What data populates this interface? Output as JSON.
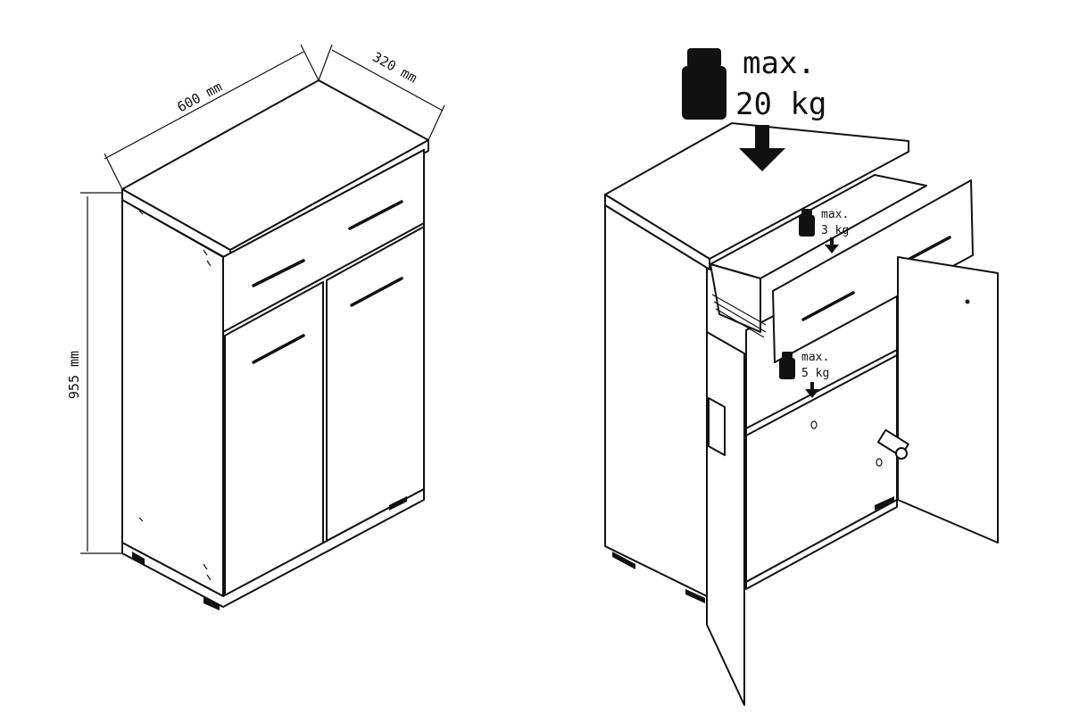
{
  "dimensions": {
    "width": "600 mm",
    "depth": "320 mm",
    "height": "955 mm"
  },
  "loads": {
    "top": {
      "line1": "max.",
      "line2": "20 kg"
    },
    "drawer": {
      "line1": "max.",
      "line2": "3 kg"
    },
    "shelf": {
      "line1": "max.",
      "line2": "5 kg"
    }
  },
  "icons": [
    "weight-icon",
    "down-arrow-icon"
  ]
}
